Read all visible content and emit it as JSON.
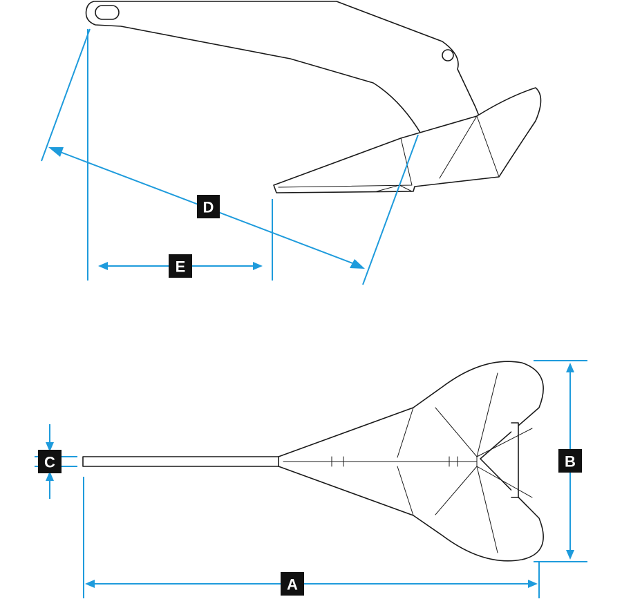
{
  "colors": {
    "dimension_line": "#1e9bdc",
    "outline": "#1a1a1a",
    "label_box": "#111111",
    "label_text": "#ffffff",
    "background": "#ffffff"
  },
  "labels": {
    "a": "A",
    "b": "B",
    "c": "C",
    "d": "D",
    "e": "E"
  }
}
